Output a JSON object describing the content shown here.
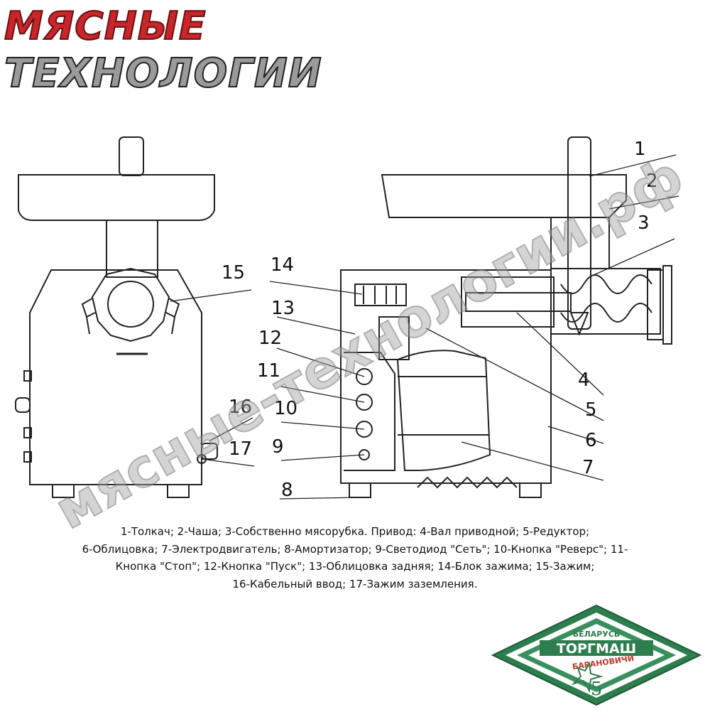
{
  "logo": {
    "line1": "МЯСНЫЕ",
    "line2": "ТЕХНОЛОГИИ"
  },
  "watermark": "мясные-технологии.рф",
  "callouts": [
    "1",
    "2",
    "3",
    "4",
    "5",
    "6",
    "7",
    "8",
    "9",
    "10",
    "11",
    "12",
    "13",
    "14",
    "15",
    "16",
    "17"
  ],
  "caption": {
    "line1": "1-Толкач; 2-Чаша; 3-Собственно мясорубка. Привод: 4-Вал приводной; 5-Редуктор;",
    "line2": "6-Облицовка; 7-Электродвигатель; 8-Амортизатор; 9-Светодиод \"Сеть\"; 10-Кнопка \"Реверс\"; 11-",
    "line3": "Кнопка \"Стоп\"; 12-Кнопка \"Пуск\"; 13-Облицовка задняя; 14-Блок зажима; 15-Зажим;",
    "line4": "16-Кабельный ввод; 17-Зажим заземления."
  },
  "brand": {
    "top": "БЕЛАРУСЬ",
    "name": "ТОРГМАШ",
    "city": "БАРАНОВИЧИ"
  },
  "colors": {
    "logo_red": "#c8262b",
    "logo_grey": "#9a9a9a",
    "brand_green": "#2e7d4f",
    "brand_red": "#c0392b"
  }
}
